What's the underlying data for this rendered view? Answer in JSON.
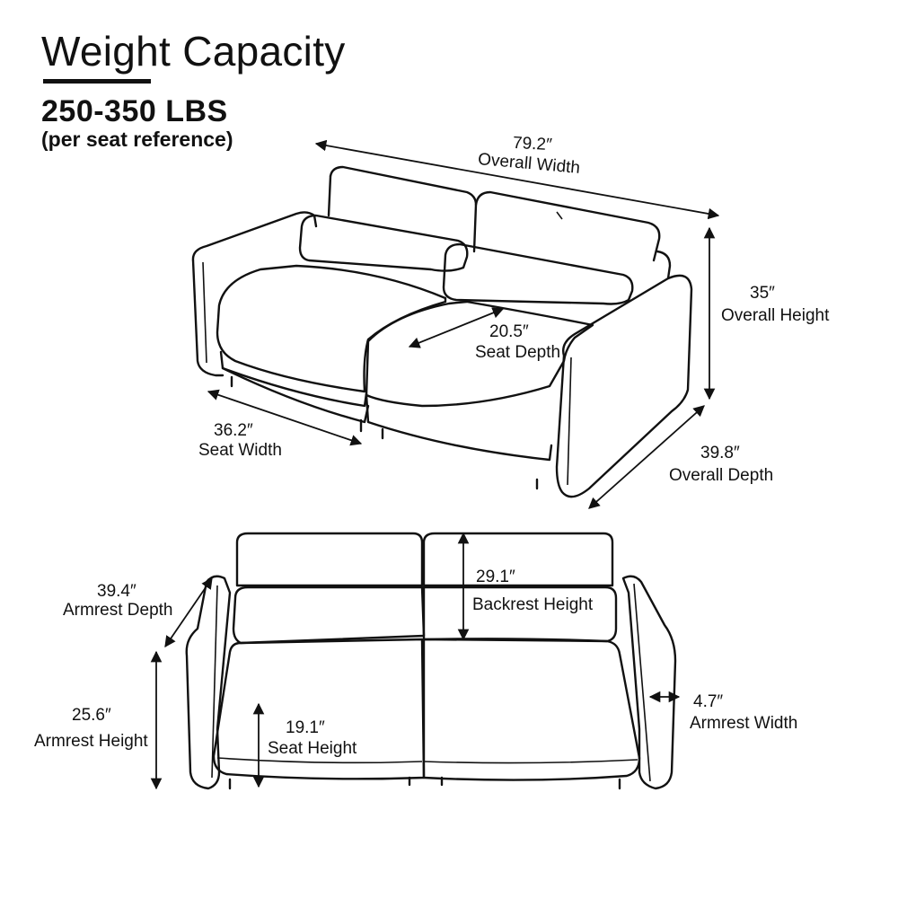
{
  "header": {
    "title": "Weight Capacity",
    "capacity": "250-350 LBS",
    "note": "(per seat reference)"
  },
  "dimensions": {
    "overall_width": {
      "value": "79.2″",
      "label": "Overall Width"
    },
    "overall_height": {
      "value": "35″",
      "label": "Overall  Height"
    },
    "seat_depth": {
      "value": "20.5″",
      "label": "Seat Depth"
    },
    "seat_width": {
      "value": "36.2″",
      "label": "Seat Width"
    },
    "overall_depth": {
      "value": "39.8″",
      "label": "Overall Depth"
    },
    "armrest_depth": {
      "value": "39.4″",
      "label": "Armrest Depth"
    },
    "backrest_height": {
      "value": "29.1″",
      "label": "Backrest Height"
    },
    "armrest_height": {
      "value": "25.6″",
      "label": "Armrest Height"
    },
    "seat_height": {
      "value": "19.1″",
      "label": "Seat Height"
    },
    "armrest_width": {
      "value": "4.7″",
      "label": "Armrest Width"
    }
  }
}
